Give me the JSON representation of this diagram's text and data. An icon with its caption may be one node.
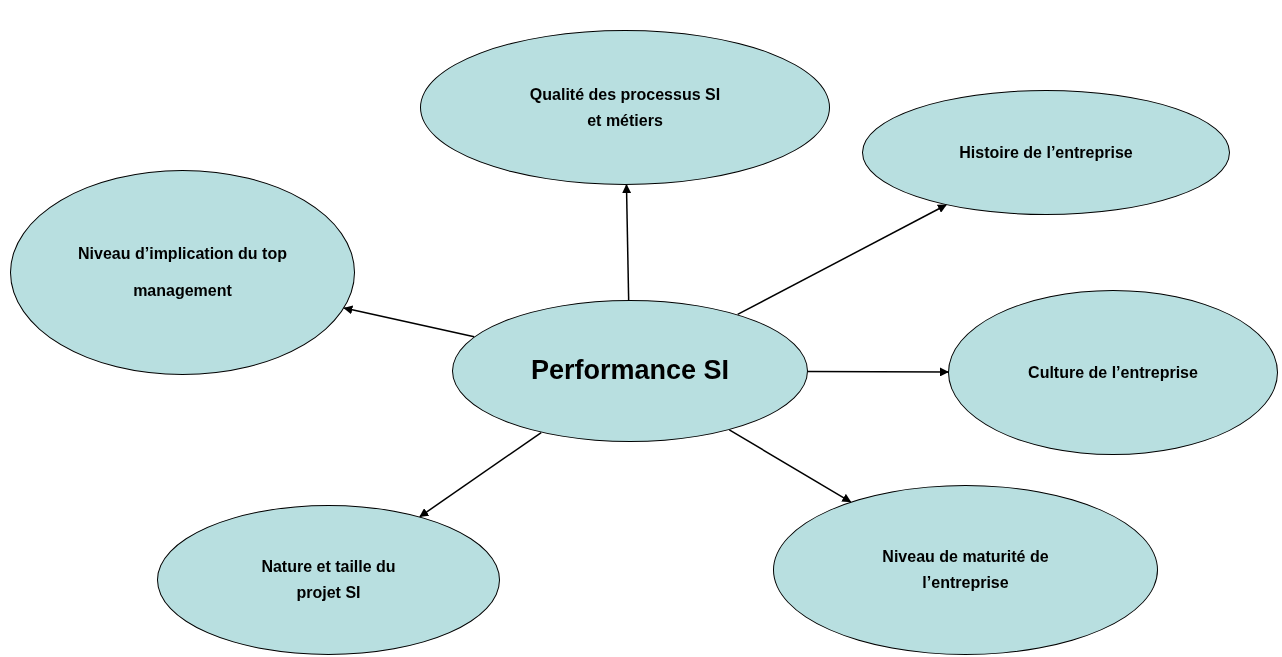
{
  "diagram": {
    "nodes": [
      {
        "text": [
          "Qualité des processus SI et métiers"
        ]
      },
      {
        "text": [
          "Histoire de l’entreprise"
        ]
      },
      {
        "text": [
          "Niveau d’implication du top management"
        ]
      },
      {
        "text": [
          "Performance SI"
        ]
      },
      {
        "text": [
          "Culture de l’entreprise"
        ]
      },
      {
        "text": [
          "Nature et taille du projet SI"
        ]
      },
      {
        "text": [
          "Niveau de maturité de l’entreprise"
        ]
      }
    ],
    "edges": [
      {
        "from": 3,
        "to": 0,
        "arrow": "to"
      },
      {
        "from": 3,
        "to": 1,
        "arrow": "to"
      },
      {
        "from": 3,
        "to": 2,
        "arrow": "to"
      },
      {
        "from": 3,
        "to": 4,
        "arrow": "to"
      },
      {
        "from": 3,
        "to": 5,
        "arrow": "to"
      },
      {
        "from": 3,
        "to": 6,
        "arrow": "to"
      }
    ]
  }
}
